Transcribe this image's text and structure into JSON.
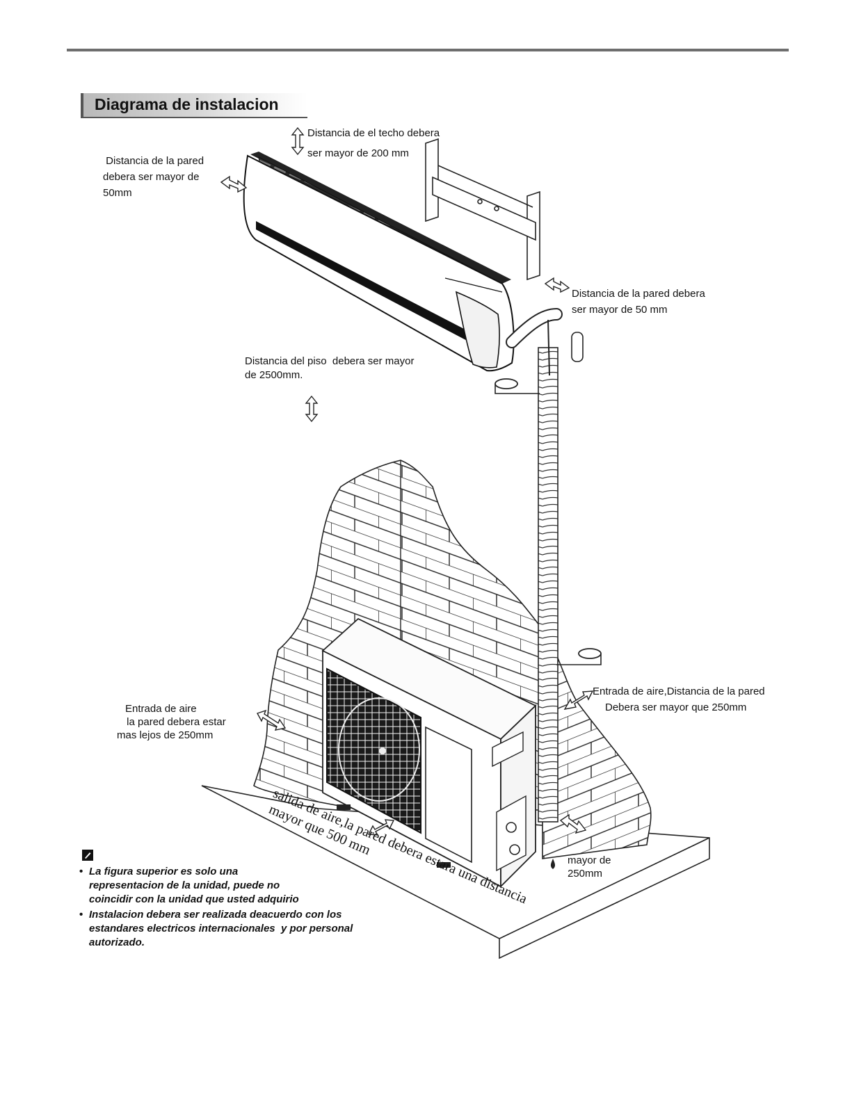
{
  "header": {
    "section_title": "Diagrama de instalacion"
  },
  "labels": {
    "ceiling": [
      "Distancia de el techo debera",
      "ser mayor de 200 mm"
    ],
    "left_wall": [
      " Distancia de la pared",
      "debera ser mayor de",
      "50mm"
    ],
    "right_wall": [
      "Distancia de la pared debera",
      "ser mayor de 50 mm"
    ],
    "floor": [
      "Distancia del piso  debera ser mayor",
      "de 2500mm."
    ],
    "outdoor_left": [
      "Entrada de aire",
      " la pared debera estar",
      "mas lejos de 250mm"
    ],
    "outdoor_right": [
      "Entrada de aire,Distancia de la pared",
      "Debera ser mayor que 250mm"
    ],
    "outdoor_back": [
      "mayor de",
      "250mm"
    ],
    "air_outlet": [
      "salida de aire,la pared debera estara una distancia",
      "mayor que 500 mm"
    ]
  },
  "notes": [
    {
      "lines": [
        "La figura superior es solo una",
        "representacion de la unidad, puede no",
        "coincidir con la unidad que usted adquirio"
      ]
    },
    {
      "lines": [
        "Instalacion debera ser realizada deacuerdo con los",
        "estandares electricos internacionales  y por personal",
        "autorizado."
      ]
    }
  ]
}
